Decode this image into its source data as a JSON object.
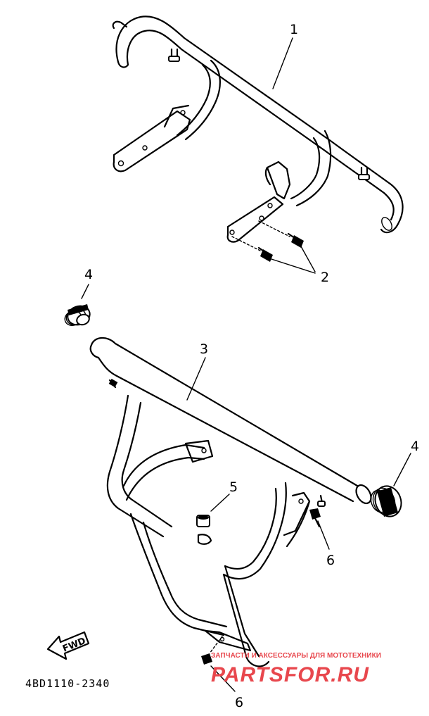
{
  "callouts": {
    "c1": "1",
    "c2": "2",
    "c3": "3",
    "c4_left": "4",
    "c4_right": "4",
    "c5": "5",
    "c6_mid": "6",
    "c6_bottom": "6"
  },
  "arrow_label": "FWD",
  "diagram_code": "4BD1110-2340",
  "watermark": {
    "tagline": "ЗАПЧАСТИ И АКСЕССУАРЫ ДЛЯ МОТОТЕХНИКИ",
    "site": "PARTSFOR.RU",
    "color": "#e8474d"
  }
}
